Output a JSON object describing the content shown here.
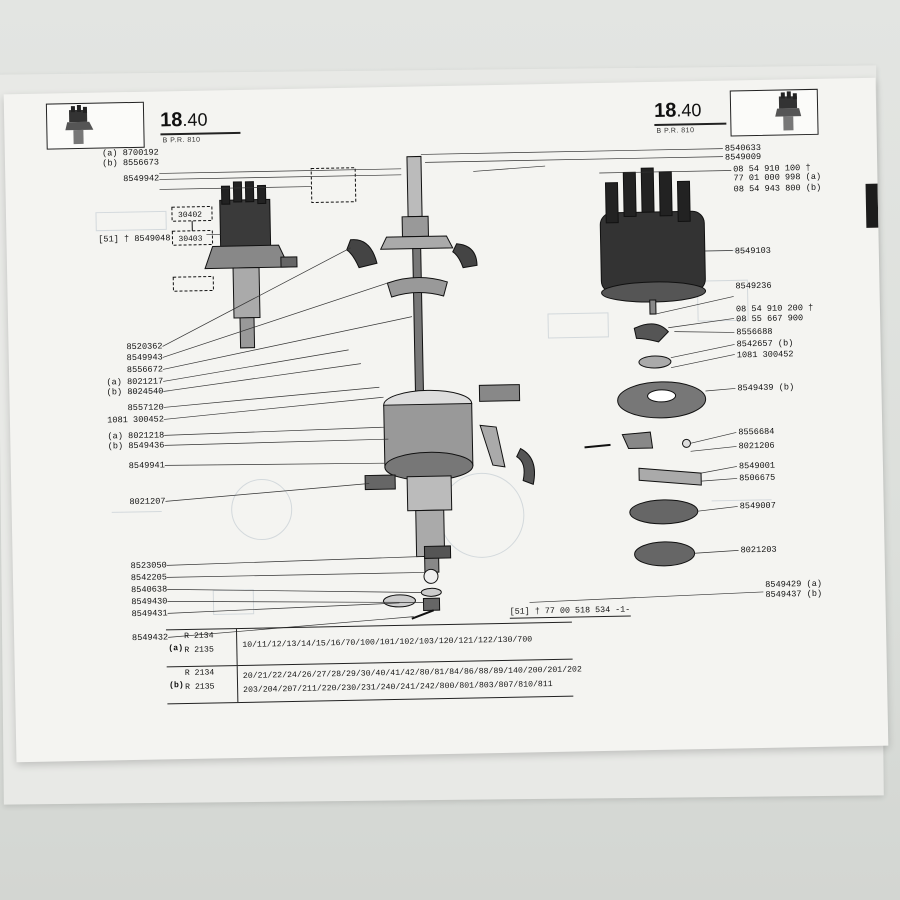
{
  "page": {
    "section_number": "18",
    "section_decimal": ".40",
    "section_sub_left": "B        P.R. 810",
    "section_sub_right": "B        P.R. 810"
  },
  "callouts_left": [
    {
      "code": "(a)",
      "part": "8700192"
    },
    {
      "code": "(b)",
      "part": "8556673"
    },
    {
      "code": "",
      "part": "8549942"
    },
    {
      "code": "[51] †",
      "part": "8549048"
    },
    {
      "code": "",
      "part": "8520362"
    },
    {
      "code": "",
      "part": "8549943"
    },
    {
      "code": "",
      "part": "8556672"
    },
    {
      "code": "(a)",
      "part": "8021217"
    },
    {
      "code": "(b)",
      "part": "8024540"
    },
    {
      "code": "",
      "part": "8557120"
    },
    {
      "code": "",
      "part": "1081 300452"
    },
    {
      "code": "(a)",
      "part": "8021218"
    },
    {
      "code": "(b)",
      "part": "8549436"
    },
    {
      "code": "",
      "part": "8549941"
    },
    {
      "code": "",
      "part": "8021207"
    },
    {
      "code": "",
      "part": "8523050"
    },
    {
      "code": "",
      "part": "8542205"
    },
    {
      "code": "",
      "part": "8540638"
    },
    {
      "code": "",
      "part": "8549430"
    },
    {
      "code": "",
      "part": "8549431"
    },
    {
      "code": "",
      "part": "8549432"
    }
  ],
  "boxed_refs": [
    "30402",
    "30403"
  ],
  "callouts_top": [
    "8540633",
    "8549009"
  ],
  "callouts_right": [
    {
      "part": "08 54 910 100 †",
      "code": ""
    },
    {
      "part": "77 01 000 998",
      "code": "(a)"
    },
    {
      "part": "08 54 943 800",
      "code": "(b)"
    },
    {
      "part": "8549103",
      "code": ""
    },
    {
      "part": "8549236",
      "code": ""
    },
    {
      "part": "08 54 910 200 †",
      "code": ""
    },
    {
      "part": "08 55 667 900",
      "code": ""
    },
    {
      "part": "8556688",
      "code": ""
    },
    {
      "part": "8542657",
      "code": "(b)"
    },
    {
      "part": "1081 300452",
      "code": ""
    },
    {
      "part": "8549439",
      "code": "(b)"
    },
    {
      "part": "8556684",
      "code": ""
    },
    {
      "part": "8021206",
      "code": ""
    },
    {
      "part": "8549001",
      "code": ""
    },
    {
      "part": "8506675",
      "code": ""
    },
    {
      "part": "8549007",
      "code": ""
    },
    {
      "part": "8021203",
      "code": ""
    },
    {
      "part": "8549429",
      "code": "(a)"
    },
    {
      "part": "8549437",
      "code": "(b)"
    }
  ],
  "kit_reference": "[51] † 77 00 518 534 -1-",
  "applicability": {
    "rows": [
      {
        "code": "(a)",
        "r1": "R 2134",
        "r2": "R 2135",
        "line1": "10/11/12/13/14/15/16/70/100/101/102/103/120/121/122/130/700",
        "line2": ""
      },
      {
        "code": "(b)",
        "r1": "R 2134",
        "r2": "R 2135",
        "line1": "20/21/22/24/26/27/28/29/30/40/41/42/80/81/84/86/88/89/140/200/201/202",
        "line2": "203/204/207/211/220/230/231/240/241/242/800/801/803/807/810/811"
      }
    ]
  }
}
